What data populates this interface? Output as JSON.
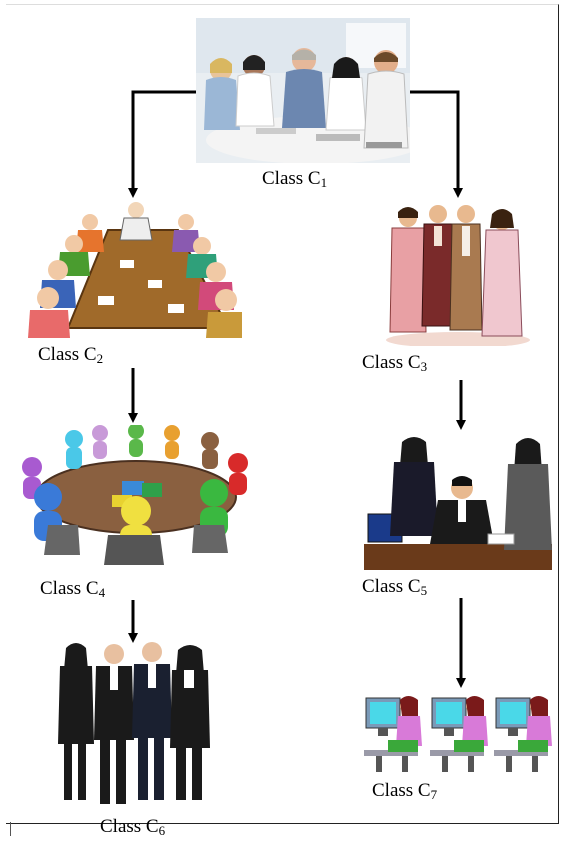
{
  "nodes": [
    {
      "id": "c1",
      "label": "Class C",
      "subscript": "1",
      "picture": "business-meeting-photo"
    },
    {
      "id": "c2",
      "label": "Class C",
      "subscript": "2",
      "picture": "boardroom-table-cartoon"
    },
    {
      "id": "c3",
      "label": "Class C",
      "subscript": "3",
      "picture": "standing-group-drinks"
    },
    {
      "id": "c4",
      "label": "Class C",
      "subscript": "4",
      "picture": "puzzle-round-table"
    },
    {
      "id": "c5",
      "label": "Class C",
      "subscript": "5",
      "picture": "office-desk-team"
    },
    {
      "id": "c6",
      "label": "Class C",
      "subscript": "6",
      "picture": "business-people-standing"
    },
    {
      "id": "c7",
      "label": "Class C",
      "subscript": "7",
      "picture": "computer-workstations"
    }
  ],
  "edges": [
    {
      "from": "c1",
      "to": "c2"
    },
    {
      "from": "c1",
      "to": "c3"
    },
    {
      "from": "c2",
      "to": "c4"
    },
    {
      "from": "c3",
      "to": "c5"
    },
    {
      "from": "c4",
      "to": "c6"
    },
    {
      "from": "c5",
      "to": "c7"
    }
  ]
}
